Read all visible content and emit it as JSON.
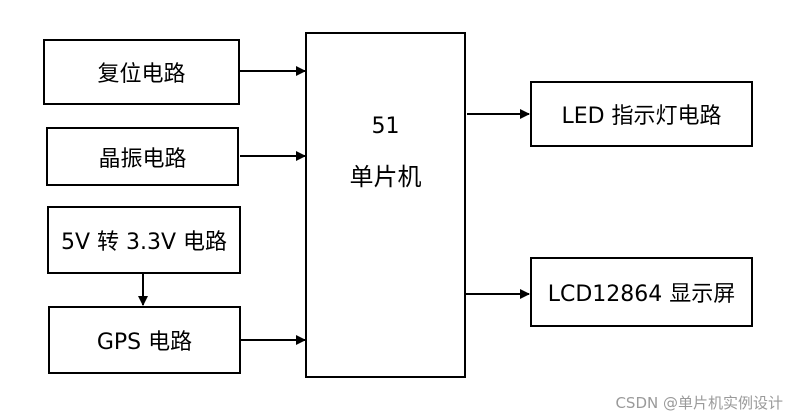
{
  "diagram": {
    "blocks": {
      "reset": "复位电路",
      "crystal": "晶振电路",
      "regulator": "5V 转 3.3V 电路",
      "gps": "GPS 电路",
      "mcu_line1": "51",
      "mcu_line2": "单片机",
      "led": "LED 指示灯电路",
      "lcd": "LCD12864 显示屏"
    },
    "connections": [
      {
        "from": "reset",
        "to": "mcu"
      },
      {
        "from": "crystal",
        "to": "mcu"
      },
      {
        "from": "regulator",
        "to": "gps"
      },
      {
        "from": "gps",
        "to": "mcu"
      },
      {
        "from": "mcu",
        "to": "led"
      },
      {
        "from": "mcu",
        "to": "lcd"
      }
    ]
  },
  "watermark": "CSDN @单片机实例设计"
}
